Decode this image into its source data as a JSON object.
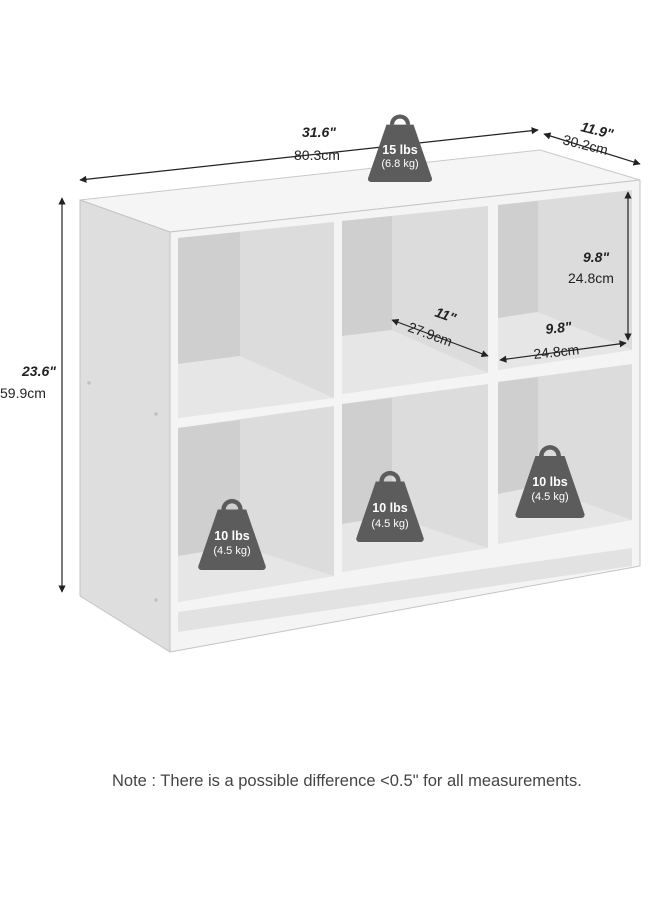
{
  "dimensions": {
    "width": {
      "in": "31.6\"",
      "cm": "80.3cm"
    },
    "depth": {
      "in": "11.9\"",
      "cm": "30.2cm"
    },
    "height": {
      "in": "23.6\"",
      "cm": "59.9cm"
    },
    "cube_height": {
      "in": "9.8\"",
      "cm": "24.8cm"
    },
    "cube_width": {
      "in": "9.8\"",
      "cm": "24.8cm"
    },
    "cube_depth": {
      "in": "11\"",
      "cm": "27.9cm"
    }
  },
  "weights": {
    "top": {
      "lbs": "15 lbs",
      "kg": "(6.8 kg)"
    },
    "cube_left": {
      "lbs": "10 lbs",
      "kg": "(4.5 kg)"
    },
    "cube_middle": {
      "lbs": "10 lbs",
      "kg": "(4.5 kg)"
    },
    "cube_right": {
      "lbs": "10 lbs",
      "kg": "(4.5 kg)"
    }
  },
  "note": "Note : There is a possible difference <0.5\" for all measurements.",
  "colors": {
    "face": "#f4f4f4",
    "side": "#dedede",
    "interior": "#dcdcdc",
    "interior_dark": "#cfcfcf",
    "weight": "#5c5c5c",
    "line": "#222222"
  }
}
